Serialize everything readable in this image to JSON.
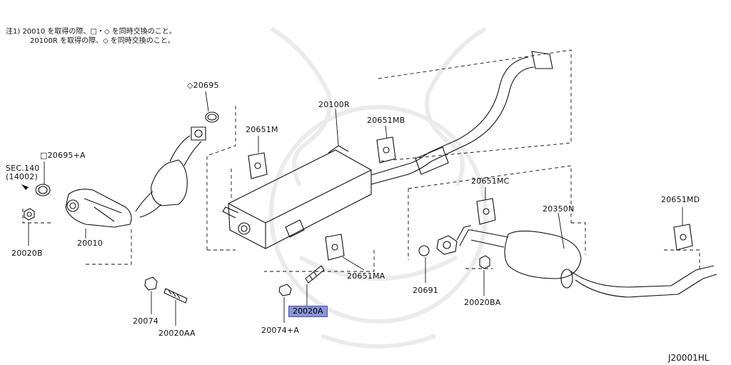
{
  "diagram_code": "J20001HL",
  "notes": {
    "line1": "注1) 20010 を取得の際、□・◇ を同時交換のこと。",
    "line2": "20100R を取得の際、◇ を同時交換のこと。"
  },
  "sec_ref": {
    "line1": "SEC.140",
    "line2": "(14002)"
  },
  "highlight_color": "#8b93d6",
  "parts": {
    "p20695": "◇20695",
    "p20695A": "□20695+A",
    "p20020B": "20020B",
    "p20010": "20010",
    "p20074": "20074",
    "p20020AA": "20020AA",
    "p20651M": "20651M",
    "p20100R": "20100R",
    "p20651MB": "20651MB",
    "p20651MA": "20651MA",
    "p20074A": "20074+A",
    "p20020A": "20020A",
    "p20651MC": "20651MC",
    "p20350N": "20350N",
    "p20651MD": "20651MD",
    "p20691": "20691",
    "p20020BA": "20020BA"
  }
}
